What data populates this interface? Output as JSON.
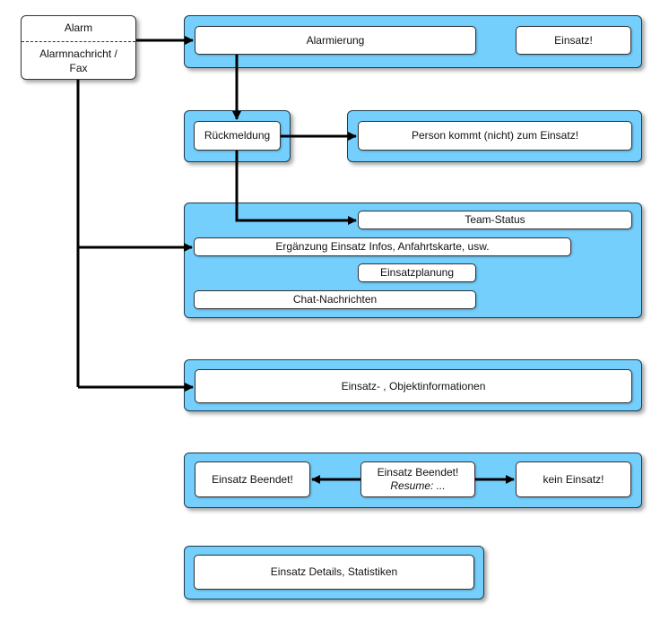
{
  "source": {
    "title": "Alarm",
    "subtitle": "Alarmnachricht / Fax"
  },
  "alarm": {
    "alarmierung": "Alarmierung",
    "einsatz": "Einsatz!"
  },
  "feedback": {
    "rueckmeldung": "Rückmeldung",
    "person": "Person kommt (nicht) zum Einsatz!"
  },
  "team": {
    "status": "Team-Status",
    "ergaenzung": "Ergänzung Einsatz Infos, Anfahrtskarte, usw.",
    "planung": "Einsatzplanung",
    "chat": "Chat-Nachrichten"
  },
  "objekt": {
    "info": "Einsatz- , Objektinformationen"
  },
  "ende": {
    "beendet_left": "Einsatz Beendet!",
    "center_line1": "Einsatz Beendet!",
    "center_line2": "Resume: ...",
    "kein": "kein Einsatz!"
  },
  "details": {
    "label": "Einsatz Details, Statistiken"
  },
  "colors": {
    "panel": "#74cffd",
    "box": "#ffffff",
    "line": "#000000"
  }
}
